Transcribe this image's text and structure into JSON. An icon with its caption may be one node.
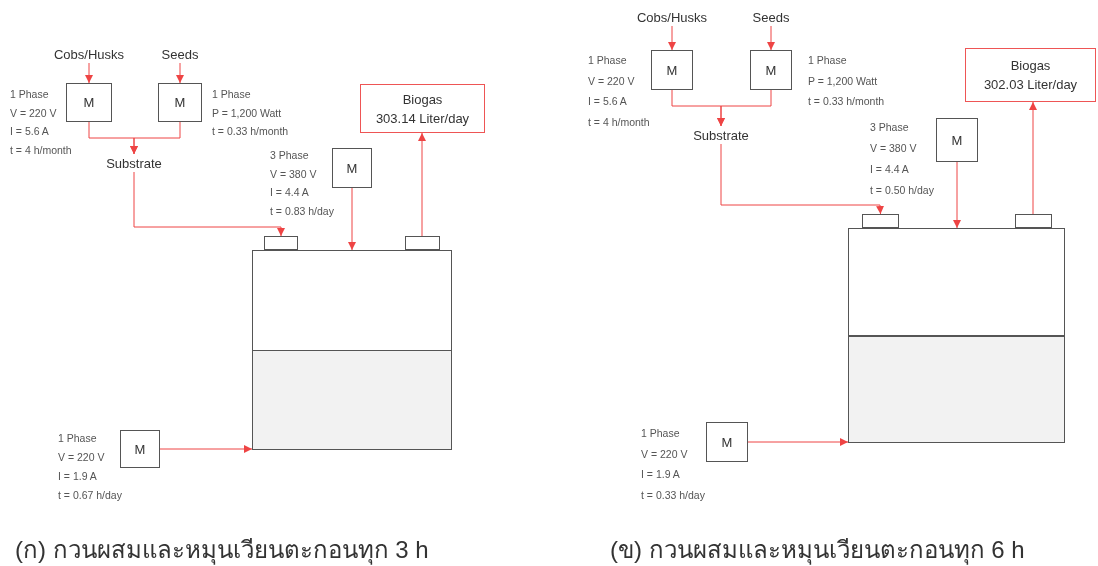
{
  "diagram": {
    "nodes": [
      {
        "text": [
          "Cobs/Husks"
        ]
      },
      {
        "text": [
          "Seeds"
        ]
      },
      {
        "text": [
          "M"
        ],
        "beside": [
          "1 Phase",
          "V = 220 V",
          "I = 5.6 A",
          "t = 4 h/month"
        ]
      },
      {
        "text": [
          "M"
        ],
        "beside": [
          "1 Phase",
          "P = 1,200 Watt",
          "t = 0.33 h/month"
        ]
      },
      {
        "text": [
          "Substrate"
        ]
      },
      {
        "text": [
          "M"
        ],
        "beside": [
          "3 Phase",
          "V = 380 V",
          "I = 4.4 A",
          "t = 0.83 h/day"
        ]
      },
      {
        "text": [
          "Biogas",
          "303.14 Liter/day"
        ]
      },
      {
        "text": [],
        "shape": "box"
      },
      {
        "text": [],
        "shape": "box"
      },
      {
        "text": [],
        "shape": "box"
      },
      {
        "text": [
          "M"
        ],
        "beside": [
          "1 Phase",
          "V = 220 V",
          "I = 1.9 A",
          "t = 0.67 h/day"
        ]
      },
      {
        "text": [
          "Cobs/Husks"
        ]
      },
      {
        "text": [
          "Seeds"
        ]
      },
      {
        "text": [
          "M"
        ],
        "beside": [
          "1 Phase",
          "V = 220 V",
          "I = 5.6 A",
          "t = 4 h/month"
        ]
      },
      {
        "text": [
          "M"
        ],
        "beside": [
          "1 Phase",
          "P = 1,200 Watt",
          "t = 0.33 h/month"
        ]
      },
      {
        "text": [
          "Substrate"
        ]
      },
      {
        "text": [
          "M"
        ],
        "beside": [
          "3 Phase",
          "V = 380 V",
          "I = 4.4 A",
          "t = 0.50 h/day"
        ]
      },
      {
        "text": [
          "Biogas",
          "302.03 Liter/day"
        ]
      },
      {
        "text": [],
        "shape": "box"
      },
      {
        "text": [],
        "shape": "box"
      },
      {
        "text": [],
        "shape": "box"
      },
      {
        "text": [
          "M"
        ],
        "beside": [
          "1 Phase",
          "V = 220 V",
          "I = 1.9 A",
          "t = 0.33 h/day"
        ]
      }
    ],
    "edges": [
      {
        "from": 0,
        "to": 2,
        "arrow": "to"
      },
      {
        "from": 1,
        "to": 3,
        "arrow": "to"
      },
      {
        "from": 2,
        "to": 4,
        "arrow": "to"
      },
      {
        "from": 3,
        "to": 4,
        "arrow": "to"
      },
      {
        "from": 4,
        "to": 7,
        "arrow": "to"
      },
      {
        "from": 5,
        "to": 8,
        "arrow": "to"
      },
      {
        "from": 9,
        "to": 6,
        "arrow": "to"
      },
      {
        "from": 10,
        "to": 8,
        "arrow": "to"
      },
      {
        "from": 11,
        "to": 13,
        "arrow": "to"
      },
      {
        "from": 12,
        "to": 14,
        "arrow": "to"
      },
      {
        "from": 13,
        "to": 15,
        "arrow": "to"
      },
      {
        "from": 14,
        "to": 15,
        "arrow": "to"
      },
      {
        "from": 15,
        "to": 18,
        "arrow": "to"
      },
      {
        "from": 16,
        "to": 19,
        "arrow": "to"
      },
      {
        "from": 20,
        "to": 17,
        "arrow": "to"
      },
      {
        "from": 21,
        "to": 19,
        "arrow": "to"
      }
    ],
    "labels": [
      "(ก) กวนผสมและหมุนเวียนตะกอนทุก 3 h",
      "(ข) กวนผสมและหมุนเวียนตะกอนทุก 6 h"
    ]
  }
}
